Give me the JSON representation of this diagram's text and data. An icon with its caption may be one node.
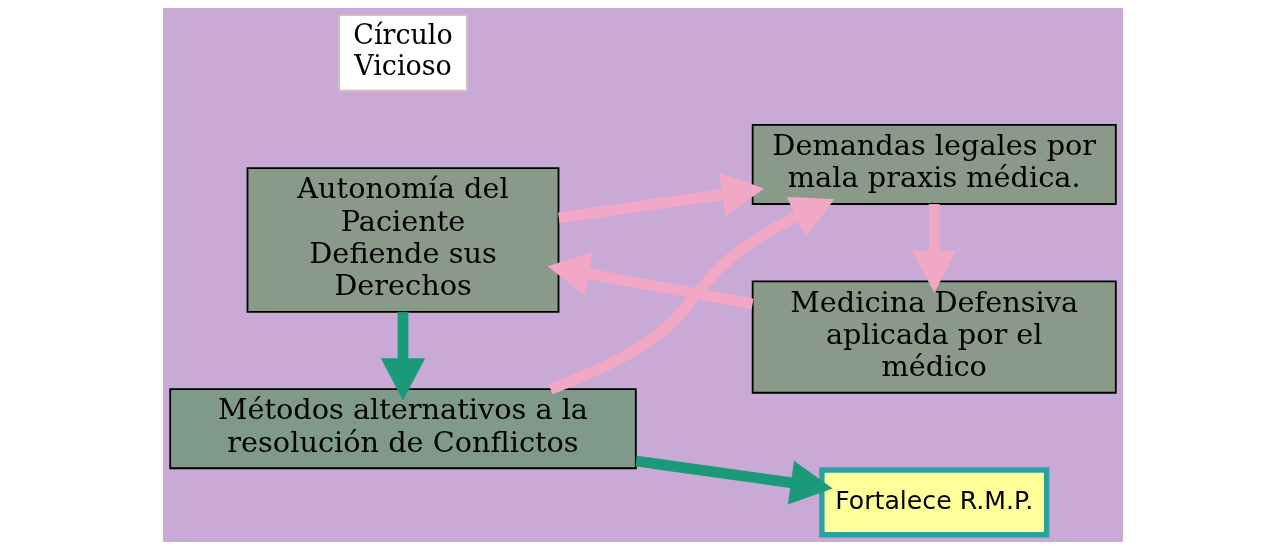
{
  "diagram": {
    "nodes": [
      {
        "text": [
          "Métodos alternativos a la resolución de Conflictos"
        ]
      },
      {
        "text": [
          "Fortalece R.M.P."
        ]
      },
      {
        "text": [
          "Autonomía del Paciente Defiende sus Derechos"
        ]
      },
      {
        "text": [
          "Demandas legales por mala praxis médica."
        ]
      },
      {
        "text": [
          "Medicina Defensiva aplicada por el médico"
        ]
      },
      {
        "text": [
          "Círculo Vicioso"
        ]
      }
    ],
    "edges": [
      {
        "from": 2,
        "to": 0,
        "arrow": "to",
        "color": "#1a9a78"
      },
      {
        "from": 0,
        "to": 1,
        "arrow": "to",
        "color": "#1a9a78"
      },
      {
        "from": 2,
        "to": 3,
        "arrow": "to"
      },
      {
        "from": 0,
        "to": 3,
        "arrow": "to"
      },
      {
        "from": 3,
        "to": 4,
        "arrow": "to"
      },
      {
        "from": 4,
        "to": 2,
        "arrow": "to"
      }
    ]
  }
}
